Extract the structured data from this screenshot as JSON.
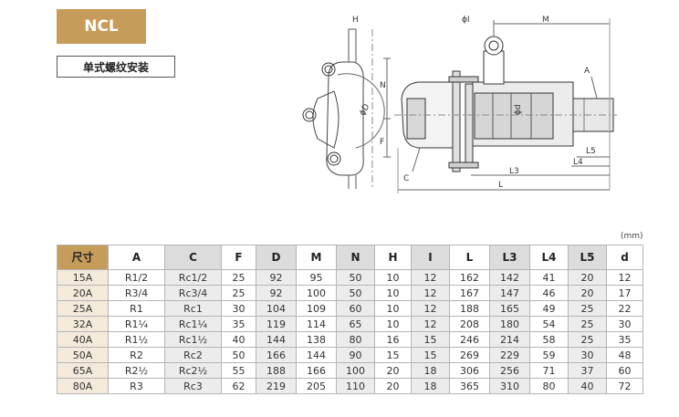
{
  "header": {
    "model": "NCL",
    "subtitle": "单式螺纹安装"
  },
  "table": {
    "unit": "(mm)",
    "columns": [
      "尺寸",
      "A",
      "C",
      "F",
      "D",
      "M",
      "N",
      "H",
      "I",
      "L",
      "L3",
      "L4",
      "L5",
      "d"
    ],
    "rows": [
      [
        "15A",
        "R1/2",
        "Rc1/2",
        "25",
        "92",
        "95",
        "50",
        "10",
        "12",
        "162",
        "142",
        "41",
        "20",
        "12"
      ],
      [
        "20A",
        "R3/4",
        "Rc3/4",
        "25",
        "92",
        "100",
        "50",
        "10",
        "12",
        "167",
        "147",
        "46",
        "20",
        "17"
      ],
      [
        "25A",
        "R1",
        "Rc1",
        "30",
        "104",
        "109",
        "60",
        "10",
        "12",
        "188",
        "165",
        "49",
        "25",
        "22"
      ],
      [
        "32A",
        "R1¼",
        "Rc1¼",
        "35",
        "119",
        "114",
        "65",
        "10",
        "12",
        "208",
        "180",
        "54",
        "25",
        "30"
      ],
      [
        "40A",
        "R1½",
        "Rc1½",
        "40",
        "144",
        "138",
        "80",
        "16",
        "15",
        "246",
        "214",
        "58",
        "25",
        "35"
      ],
      [
        "50A",
        "R2",
        "Rc2",
        "50",
        "166",
        "144",
        "90",
        "15",
        "15",
        "269",
        "229",
        "59",
        "30",
        "48"
      ],
      [
        "65A",
        "R2½",
        "Rc2½",
        "55",
        "188",
        "166",
        "100",
        "20",
        "18",
        "306",
        "256",
        "71",
        "37",
        "60"
      ],
      [
        "80A",
        "R3",
        "Rc3",
        "62",
        "219",
        "205",
        "110",
        "20",
        "18",
        "365",
        "310",
        "80",
        "40",
        "72"
      ]
    ]
  },
  "drawing_labels": {
    "h": "H",
    "phi_i": "ϕI",
    "m": "M",
    "phi_d_upper": "ϕD",
    "n": "N",
    "phi_d_lower": "ϕd",
    "a": "A",
    "f": "F",
    "c": "C",
    "l5": "L5",
    "l4": "L4",
    "l3": "L3",
    "l": "L"
  }
}
